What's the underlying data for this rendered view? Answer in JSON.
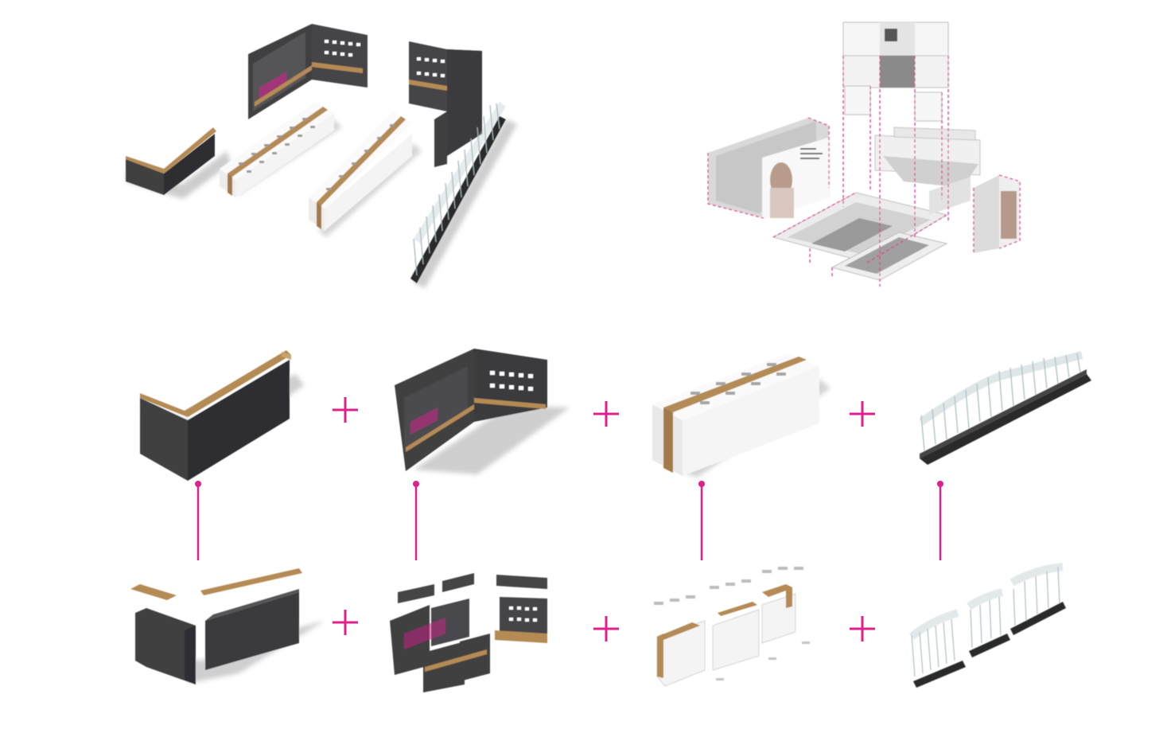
{
  "palette": {
    "dark": "#3f3f41",
    "dark_side": "#2c2c2e",
    "wood": "#b48a55",
    "wood_light": "#c9a36e",
    "white_face": "#f4f4f4",
    "white_side": "#dedede",
    "shadow": "#cfcfcf",
    "accent": "#e0208c",
    "glass": "#b8c7cc",
    "base": "#2a2a2a"
  },
  "overview": {
    "left": {
      "panel": "assembled-store-layout"
    },
    "right": {
      "panel": "exploded-wireframe-layout"
    }
  },
  "operators": [
    "+",
    "+",
    "+"
  ],
  "connector_icon": "pin-line",
  "modules": [
    {
      "id": "l-counter",
      "operator_icon": "plus-icon"
    },
    {
      "id": "back-wall-display",
      "operator_icon": "plus-icon"
    },
    {
      "id": "island-counter",
      "operator_icon": "plus-icon"
    },
    {
      "id": "glass-rack"
    }
  ]
}
